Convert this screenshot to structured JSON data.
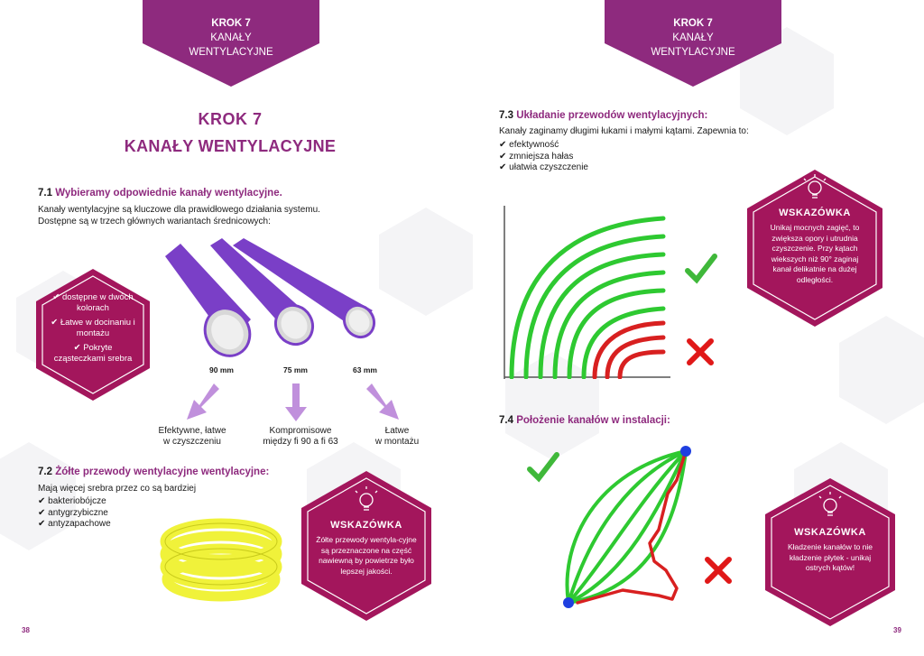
{
  "colors": {
    "accent": "#8e2a7e",
    "tip_bg": "#a3165c",
    "green": "#2ec931",
    "red": "#d82020",
    "tube": "#7a3fc7",
    "yellow": "#f0f23a",
    "blue": "#1f3fe0"
  },
  "banner_left": {
    "step": "KROK 7",
    "line1": "KANAŁY",
    "line2": "WENTYLACYJNE"
  },
  "banner_right": {
    "step": "KROK 7",
    "line1": "KANAŁY",
    "line2": "WENTYLACYJNE"
  },
  "left": {
    "title_step": "KROK 7",
    "title_name": "KANAŁY WENTYLACYJNE",
    "s71": {
      "num": "7.1",
      "title": "Wybieramy odpowiednie kanały wentylacyjne.",
      "text1": "Kanały wentylacyjne są kluczowe dla prawidłowego działania systemu.",
      "text2": "Dostępne są w trzech głównych wariantach średnicowych:"
    },
    "features": [
      "dostępne w dwóch kolorach",
      "Łatwe w docinaniu i montażu",
      "Pokryte cząsteczkami srebra"
    ],
    "diameters": [
      "90 mm",
      "75 mm",
      "63 mm"
    ],
    "captions": [
      {
        "l1": "Efektywne, łatwe",
        "l2": "w  czyszczeniu"
      },
      {
        "l1": "Kompromisowe",
        "l2": "między fi 90 a fi 63"
      },
      {
        "l1": "Łatwe",
        "l2": "w montażu"
      }
    ],
    "s72": {
      "num": "7.2",
      "title": "Żółte przewody wentylacyjne wentylacyjne:",
      "text": "Mają więcej srebra przez co są bardziej",
      "bullets": [
        "bakteriobójcze",
        "antygrzybiczne",
        "antyzapachowe"
      ]
    },
    "tip": {
      "title": "WSKAZÓWKA",
      "text": "Żółte przewody wentyla-cyjne są przeznaczone na część nawiewną by powietrze było lepszej jakości."
    },
    "page": "38"
  },
  "right": {
    "s73": {
      "num": "7.3",
      "title": "Układanie przewodów wentylacyjnych:",
      "text": "Kanały zaginamy długimi łukami i małymi kątami. Zapewnia to:",
      "bullets": [
        "efektywność",
        "zmniejsza hałas",
        "ułatwia czyszczenie"
      ]
    },
    "tip1": {
      "title": "WSKAZÓWKA",
      "text": "Unikaj mocnych zagięć, to zwiększa opory i utrudnia czyszczenie. Przy kątach wiekszych niż 90° zaginaj kanał delikatnie na dużej odległości."
    },
    "s74": {
      "num": "7.4",
      "title": "Położenie kanałów w instalacji:"
    },
    "tip2": {
      "title": "WSKAZÓWKA",
      "text": "Kładzenie kanałów to nie kładzenie płytek - unikaj ostrych kątów!"
    },
    "page": "39"
  }
}
